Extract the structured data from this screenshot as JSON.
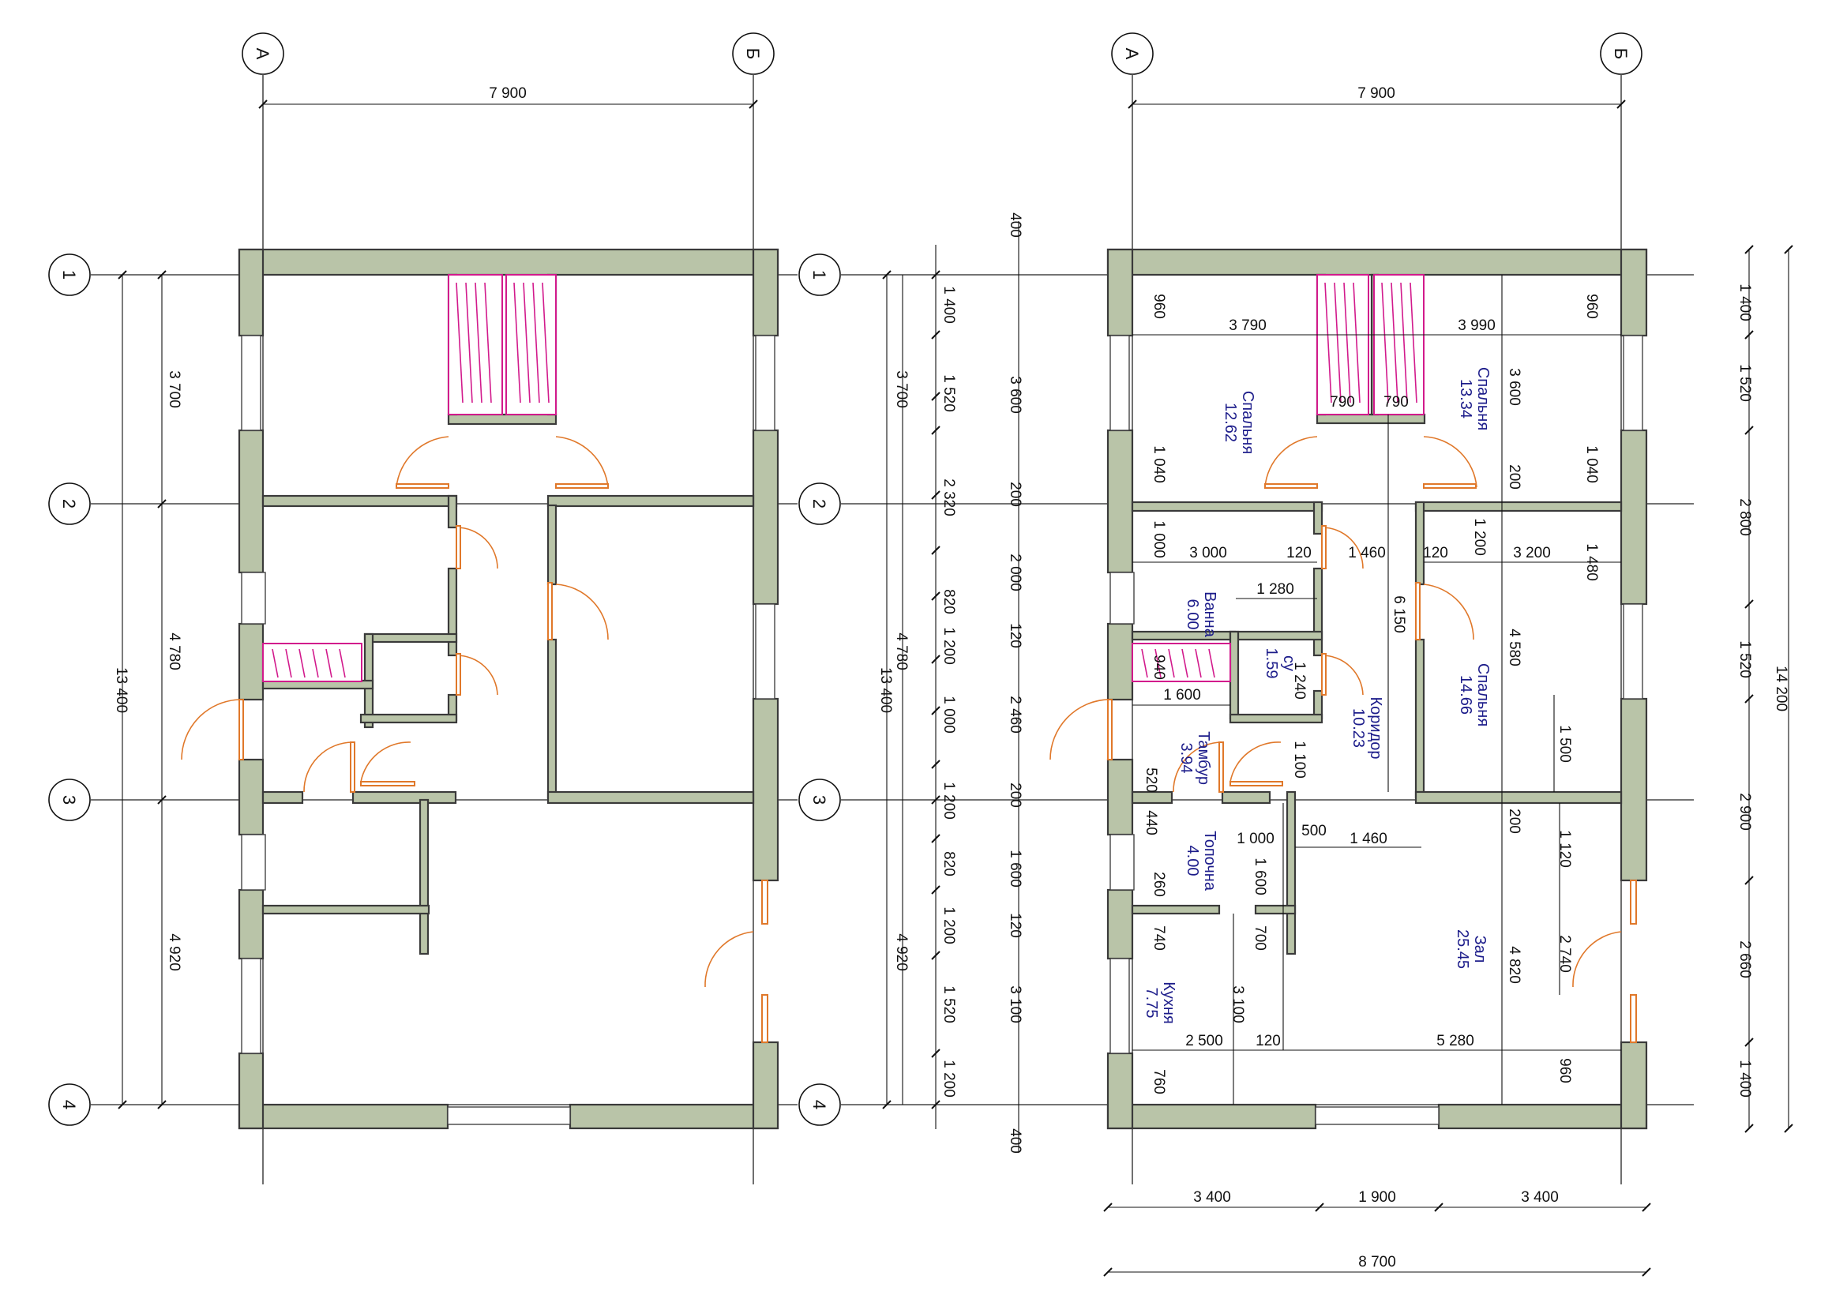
{
  "axes": {
    "letters": [
      "А",
      "Б"
    ],
    "numbers": [
      "1",
      "2",
      "3",
      "4"
    ]
  },
  "left_plan": {
    "top_dim": "7 900",
    "left_total": "13 400",
    "left_segments": [
      "3 700",
      "4 780",
      "4 920"
    ]
  },
  "right_plan": {
    "top_dim": "7 900",
    "left_outer": [
      "3 700",
      "4 780",
      "4 920"
    ],
    "left_total": "13 400",
    "left_chain": [
      "1 400",
      "1 520",
      "2 320",
      "820",
      "1 200",
      "1 000",
      "1 200",
      "820",
      "1 200",
      "1 520",
      "1 200"
    ],
    "left_inner": [
      "400",
      "3 600",
      "200",
      "2 000",
      "120",
      "2 460",
      "200",
      "1 600",
      "120",
      "3 100",
      "400"
    ],
    "right_chain": [
      "1 400",
      "1 520",
      "2 800",
      "1 520",
      "2 900",
      "2 660",
      "1 400"
    ],
    "right_total": "14 200",
    "bottom_chain": [
      "3 400",
      "1 900",
      "3 400"
    ],
    "bottom_total": "8 700",
    "interior": {
      "d960a": "960",
      "d3790": "3 790",
      "d3990": "3 990",
      "d960b": "960",
      "d790a": "790",
      "d790b": "790",
      "d3600": "3 600",
      "d1040a": "1 040",
      "d200a": "200",
      "d1040b": "1 040",
      "d1000a": "1 000",
      "d3000": "3 000",
      "d120a": "120",
      "d1460a": "1 460",
      "d120b": "120",
      "d1200": "1 200",
      "d3200": "3 200",
      "d1480": "1 480",
      "d1280": "1 280",
      "d6150": "6 150",
      "d4580": "4 580",
      "d940": "940",
      "d1240": "1 240",
      "d1600a": "1 600",
      "d1100": "1 100",
      "d1500": "1 500",
      "d520": "520",
      "d440": "440",
      "d500": "500",
      "d1000b": "1 000",
      "d1460b": "1 460",
      "d200b": "200",
      "d1120": "1 120",
      "d260": "260",
      "d1600b": "1 600",
      "d740": "740",
      "d700": "700",
      "d4820": "4 820",
      "d2740": "2 740",
      "d3100": "3 100",
      "d2500": "2 500",
      "d120c": "120",
      "d5280": "5 280",
      "d960c": "960",
      "d760": "760"
    },
    "rooms": [
      {
        "name": "Спальня",
        "area": "12.62"
      },
      {
        "name": "Спальня",
        "area": "13.34"
      },
      {
        "name": "Ванна",
        "area": "6.00"
      },
      {
        "name": "су",
        "area": "1.59"
      },
      {
        "name": "Коридор",
        "area": "10.23"
      },
      {
        "name": "Спальня",
        "area": "14.66"
      },
      {
        "name": "Тамбур",
        "area": "3.94"
      },
      {
        "name": "Топочна",
        "area": "4.00"
      },
      {
        "name": "Зал",
        "area": "25.45"
      },
      {
        "name": "Кухня",
        "area": "7.75"
      }
    ]
  },
  "colors": {
    "wall_fill": "#b9c4a8",
    "door": "#e0782a",
    "wardrobe": "#d21a8c",
    "room_label": "#1c1c8a"
  }
}
